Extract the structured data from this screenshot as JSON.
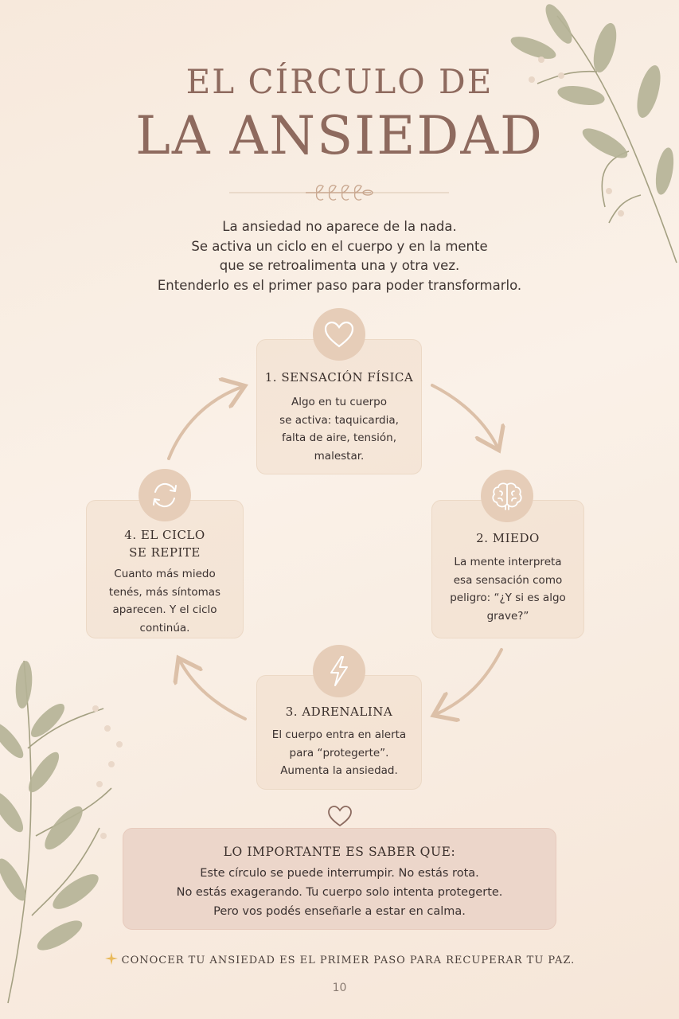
{
  "title": {
    "line1": "EL CÍRCULO DE",
    "line2": "LA ANSIEDAD"
  },
  "intro": [
    "La ansiedad no aparece de la nada.",
    "Se activa un ciclo en el cuerpo y en la mente",
    "que se retroalimenta una y otra vez.",
    "Entenderlo es el primer paso para poder transformarlo."
  ],
  "steps": [
    {
      "icon": "heart-icon",
      "title": [
        "1. SENSACIÓN FÍSICA"
      ],
      "text": [
        "Algo en tu cuerpo",
        "se activa: taquicardia,",
        "falta de aire, tensión,",
        "malestar."
      ]
    },
    {
      "icon": "brain-icon",
      "title": [
        "2. MIEDO"
      ],
      "text": [
        "La mente interpreta",
        "esa sensación como",
        "peligro: “¿Y si es algo",
        "grave?”"
      ]
    },
    {
      "icon": "lightning-icon",
      "title": [
        "3. ADRENALINA"
      ],
      "text": [
        "El cuerpo entra en alerta",
        "para “protegerte”.",
        "Aumenta la ansiedad."
      ]
    },
    {
      "icon": "cycle-icon",
      "title": [
        "4. EL CICLO",
        "SE REPITE"
      ],
      "text": [
        "Cuanto más miedo",
        "tenés, más síntomas",
        "aparecen. Y el ciclo",
        "continúa."
      ]
    }
  ],
  "important": {
    "title": "LO IMPORTANTE ES SABER QUE:",
    "lines": [
      "Este círculo se puede interrumpir. No estás rota.",
      "No estás exagerando. Tu cuerpo solo intenta protegerte.",
      "Pero vos podés enseñarle a estar en calma."
    ]
  },
  "footer": {
    "icon": "sparkle-icon",
    "text": "CONOCER TU ANSIEDAD ES EL PRIMER PASO PARA RECUPERAR TU PAZ."
  },
  "page_number": "10",
  "colors": {
    "title": "#8e6a5e",
    "box_fill": "#f0ddcb",
    "icon_circle": "#e6cdb8",
    "arrow": "#dcc0a8",
    "important_fill": "#ecd6ca",
    "leaf": "#a9a98c"
  }
}
